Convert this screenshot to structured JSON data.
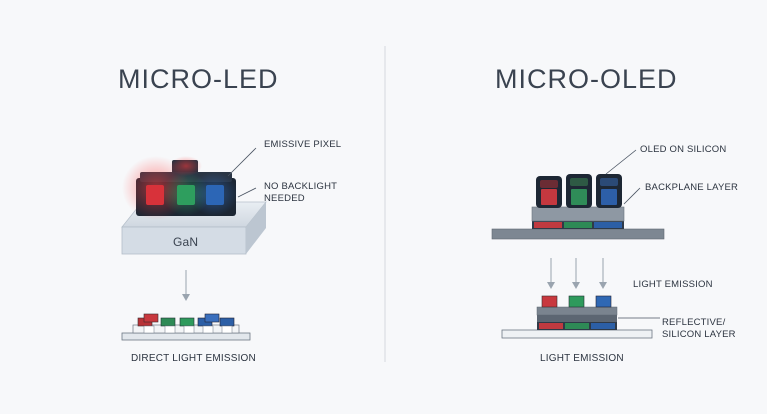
{
  "left": {
    "title": "MICRO-LED",
    "labels": {
      "emissive_pixel": "EMISSIVE PIXEL",
      "no_backlight_line1": "NO BACKLIGHT",
      "no_backlight_line2": "NEEDED"
    },
    "substrate_text": "GaN",
    "caption": "DIRECT LIGHT EMISSION"
  },
  "right": {
    "title": "MICRO-OLED",
    "labels": {
      "oled_on_silicon": "OLED ON SILICON",
      "backplane_layer": "BACKPLANE LAYER",
      "light_emission": "LIGHT EMISSION",
      "reflective_line1": "REFLECTIVE/",
      "reflective_line2": "SILICON LAYER"
    },
    "caption": "LIGHT EMISSION"
  },
  "colors": {
    "red": "#d83a3a",
    "green": "#2f9a5c",
    "blue": "#2f6ab8",
    "dark_housing": "#1f2a38",
    "substrate": "#d7dee6",
    "leader": "#4a5462"
  }
}
